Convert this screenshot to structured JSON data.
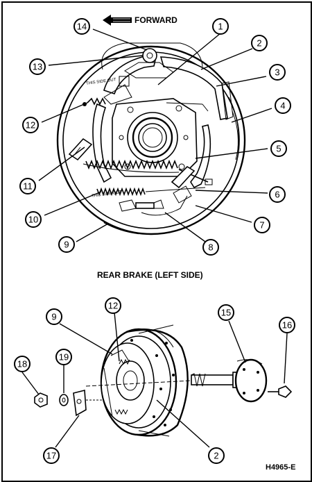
{
  "diagram": {
    "direction_label": "FORWARD",
    "section_title": "REAR BRAKE (LEFT SIDE)",
    "figure_code": "H4965-E",
    "shoe_marking": "THIS SIDE OUT",
    "callouts_upper": [
      "1",
      "2",
      "3",
      "4",
      "5",
      "6",
      "7",
      "8",
      "9",
      "10",
      "11",
      "12",
      "13",
      "14"
    ],
    "callouts_lower": [
      "9",
      "12",
      "15",
      "16",
      "18",
      "19",
      "17",
      "2"
    ],
    "arrow_icon": "forward-arrow-icon"
  }
}
